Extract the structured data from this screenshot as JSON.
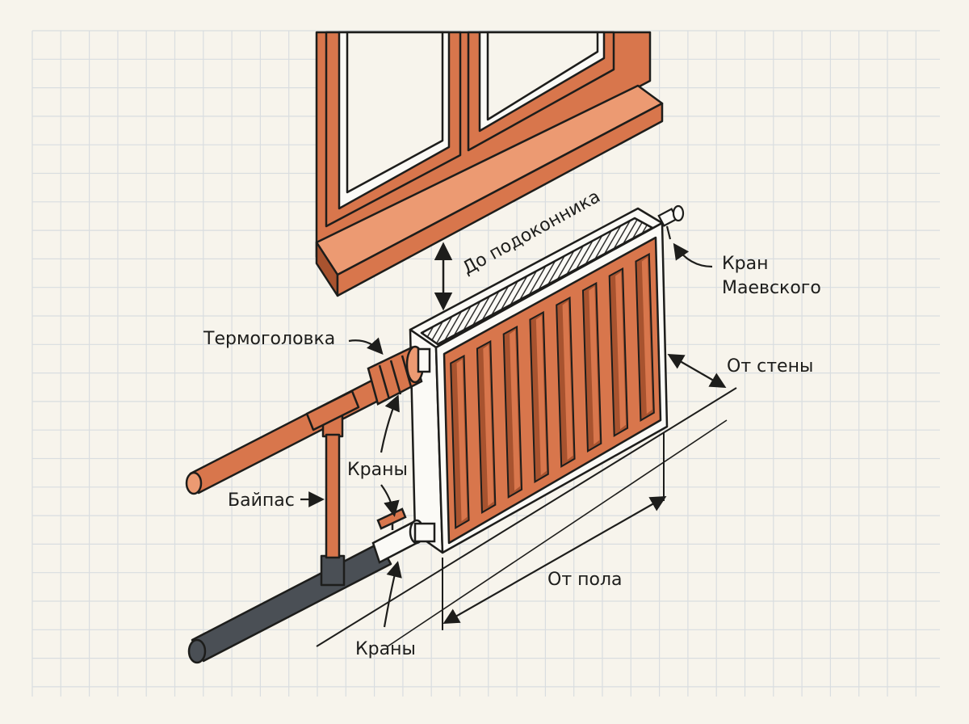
{
  "colors": {
    "paper": "#f7f4ec",
    "grid": "#d9dde0",
    "copper": "#d8764c",
    "copper_dark": "#a8532f",
    "copper_light": "#ec9a72",
    "steel": "#4a4f55",
    "outline": "#1d1d1b",
    "white": "#fbfaf6"
  },
  "labels": {
    "window_sill": "До подоконника",
    "mayevsky_line1": "Кран",
    "mayevsky_line2": "Маевского",
    "thermo_head": "Термоголовка",
    "from_wall": "От стены",
    "valves_top": "Краны",
    "bypass": "Байпас",
    "from_floor": "От пола",
    "valves_bottom": "Краны"
  },
  "icons": [
    "window-icon",
    "radiator-icon",
    "pipe-icon",
    "valve-icon",
    "thermostat-head-icon",
    "air-vent-icon",
    "arrow-icon"
  ]
}
